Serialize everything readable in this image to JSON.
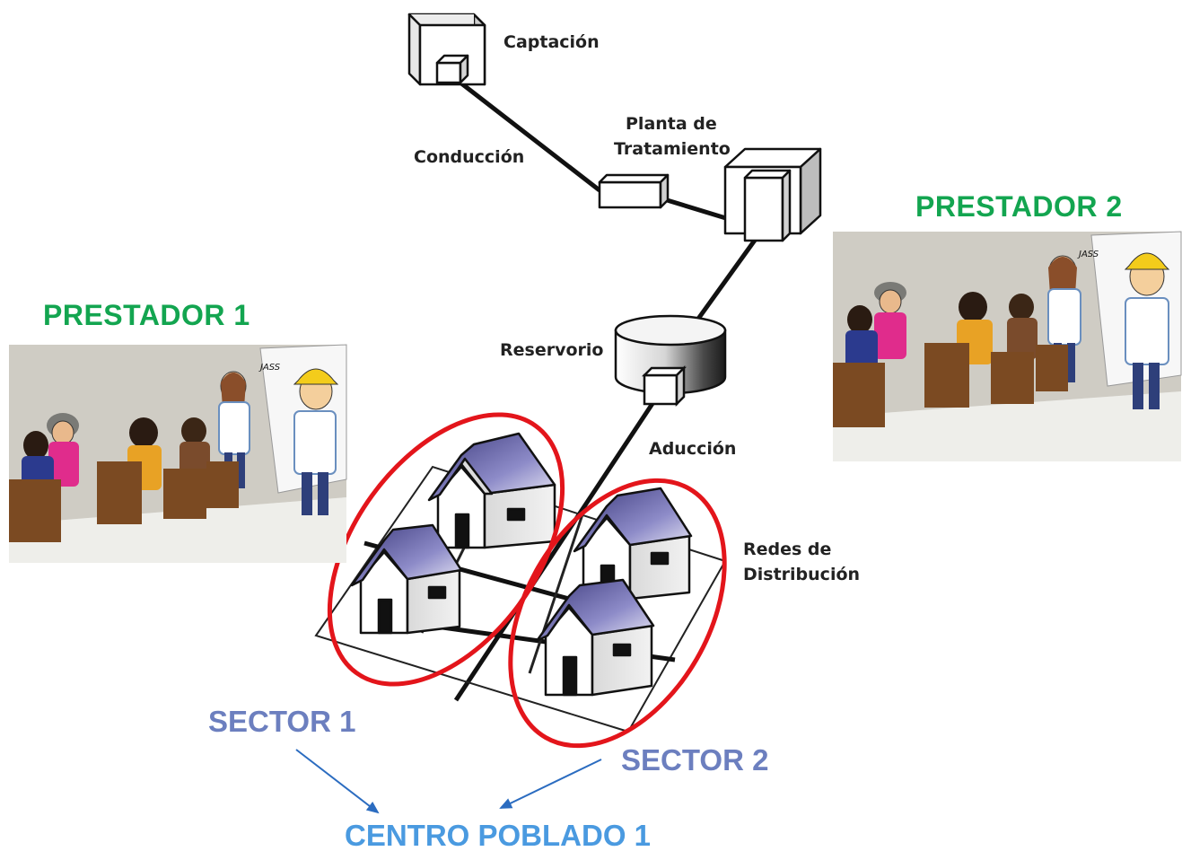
{
  "diagram": {
    "components": {
      "captacion": "Captación",
      "conduccion": "Conducción",
      "planta_line1": "Planta de",
      "planta_line2": "Tratamiento",
      "reservorio": "Reservorio",
      "aduccion": "Aducción",
      "redes_line1": "Redes de",
      "redes_line2": "Distribución"
    },
    "prestadores": {
      "p1": "PRESTADOR 1",
      "p2": "PRESTADOR 2",
      "sign_text": "JASS"
    },
    "sectors": {
      "s1": "SECTOR 1",
      "s2": "SECTOR 2"
    },
    "centro": "CENTRO POBLADO 1"
  },
  "colors": {
    "prestador": "#13a550",
    "sector": "#6c7fbf",
    "centro": "#4a9ae0",
    "highlight_ring": "#e3151b",
    "arrow": "#2b6cc0",
    "roof": "#5c5a9c"
  }
}
